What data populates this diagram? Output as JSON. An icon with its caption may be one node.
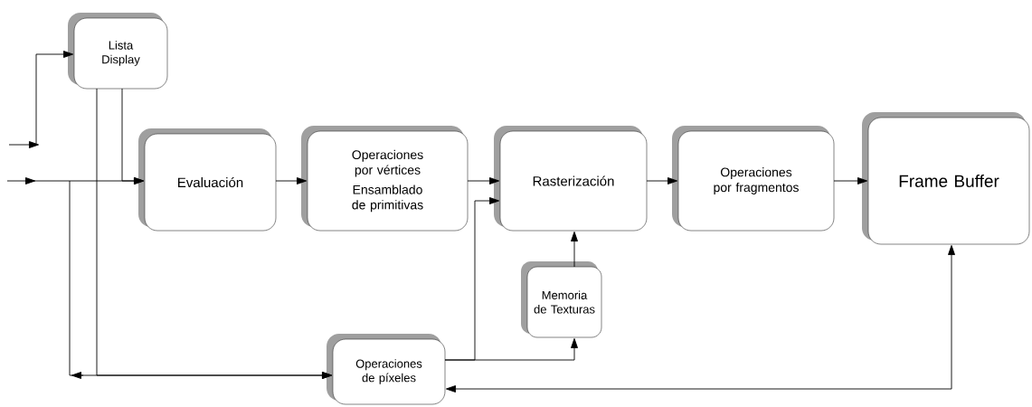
{
  "diagram": {
    "nodes": [
      {
        "text": [
          "Lista Display"
        ]
      },
      {
        "text": [
          "Evaluación"
        ]
      },
      {
        "text": [
          "Operaciones por vértices",
          "Ensamblado de primitivas"
        ]
      },
      {
        "text": [
          "Rasterización"
        ]
      },
      {
        "text": [
          "Operaciones por fragmentos"
        ]
      },
      {
        "text": [
          "Frame Buffer"
        ]
      },
      {
        "text": [
          "Memoria de Texturas"
        ]
      },
      {
        "text": [
          "Operaciones de píxeles"
        ]
      }
    ],
    "edges": [
      {
        "from": null,
        "to": 0,
        "arrow": "to"
      },
      {
        "from": null,
        "to": 1,
        "arrow": "to"
      },
      {
        "from": 0,
        "to": 1,
        "arrow": "to"
      },
      {
        "from": 0,
        "to": 7,
        "arrow": "to"
      },
      {
        "from": null,
        "to": 7,
        "arrow": "to"
      },
      {
        "from": 1,
        "to": 2,
        "arrow": "to"
      },
      {
        "from": 2,
        "to": 3,
        "arrow": "to"
      },
      {
        "from": 3,
        "to": 4,
        "arrow": "to"
      },
      {
        "from": 4,
        "to": 5,
        "arrow": "to"
      },
      {
        "from": 7,
        "to": 3,
        "arrow": "to"
      },
      {
        "from": 7,
        "to": 6,
        "arrow": "to"
      },
      {
        "from": 6,
        "to": 3,
        "arrow": "to"
      },
      {
        "from": 7,
        "to": 5,
        "arrow": "both"
      }
    ]
  }
}
